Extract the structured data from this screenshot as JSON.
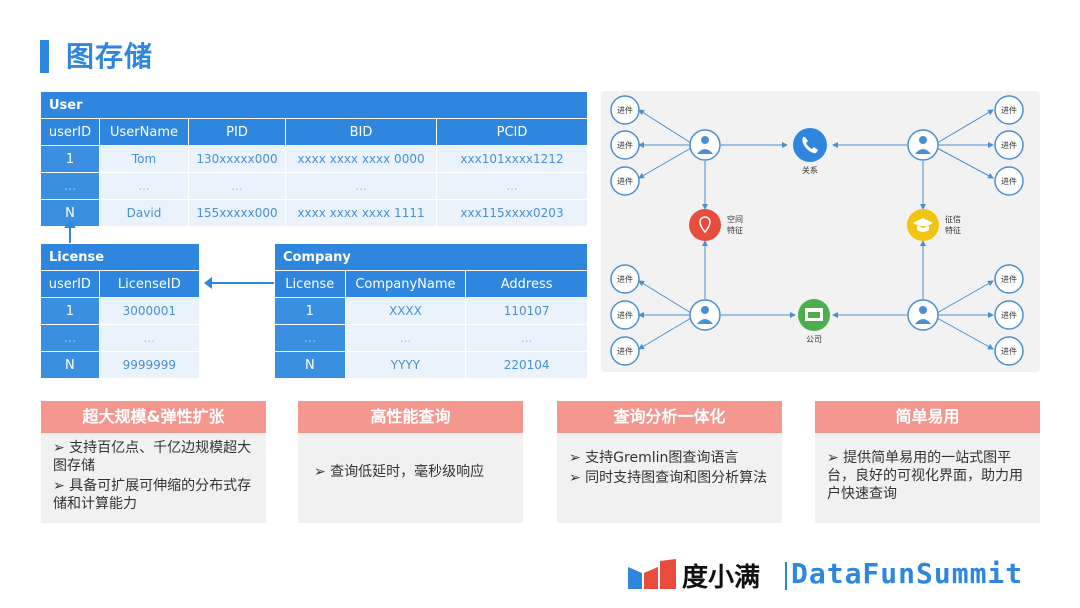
{
  "title": "图存储",
  "user": {
    "name": "User",
    "headers": [
      "userID",
      "UserName",
      "PID",
      "BID",
      "PCID"
    ],
    "rows": [
      [
        "1",
        "Tom",
        "130xxxxx000",
        "xxxx xxxx xxxx 0000",
        "xxx101xxxx1212"
      ],
      [
        "...",
        "...",
        "...",
        "...",
        "..."
      ],
      [
        "N",
        "David",
        "155xxxxx000",
        "xxxx xxxx xxxx 1111",
        "xxx115xxxx0203"
      ]
    ]
  },
  "license": {
    "name": "License",
    "headers": [
      "userID",
      "LicenseID"
    ],
    "rows": [
      [
        "1",
        "3000001"
      ],
      [
        "...",
        "..."
      ],
      [
        "N",
        "9999999"
      ]
    ]
  },
  "company": {
    "name": "Company",
    "headers": [
      "License",
      "CompanyName",
      "Address"
    ],
    "rows": [
      [
        "1",
        "XXXX",
        "110107"
      ],
      [
        "...",
        "...",
        "..."
      ],
      [
        "N",
        "YYYY",
        "220104"
      ]
    ]
  },
  "graph": {
    "leaf_label": "进件",
    "relation_label": "关系",
    "space_label": "空间\n特征",
    "credit_label": "征信\n特征",
    "company_label": "公司",
    "colors": {
      "relation": "#2e86de",
      "space": "#e74c3c",
      "credit": "#f1c40f",
      "company": "#4cae4c"
    }
  },
  "cards": [
    {
      "title": "超大规模&弹性扩张",
      "lines": [
        "➢ 支持百亿点、千亿边规模超大图存储",
        "➢ 具备可扩展可伸缩的分布式存储和计算能力"
      ]
    },
    {
      "title": "高性能查询",
      "lines": [
        "➢  查询低延时，毫秒级响应"
      ]
    },
    {
      "title": "查询分析一体化",
      "lines": [
        "➢ 支持Gremlin图查询语言",
        "➢ 同时支持图查询和图分析算法"
      ]
    },
    {
      "title": "简单易用",
      "lines": [
        "➢ 提供简单易用的一站式图平台，良好的可视化界面，助力用户快速查询"
      ]
    }
  ],
  "brand": {
    "name": "度小满",
    "summit": "DataFunSummit"
  }
}
